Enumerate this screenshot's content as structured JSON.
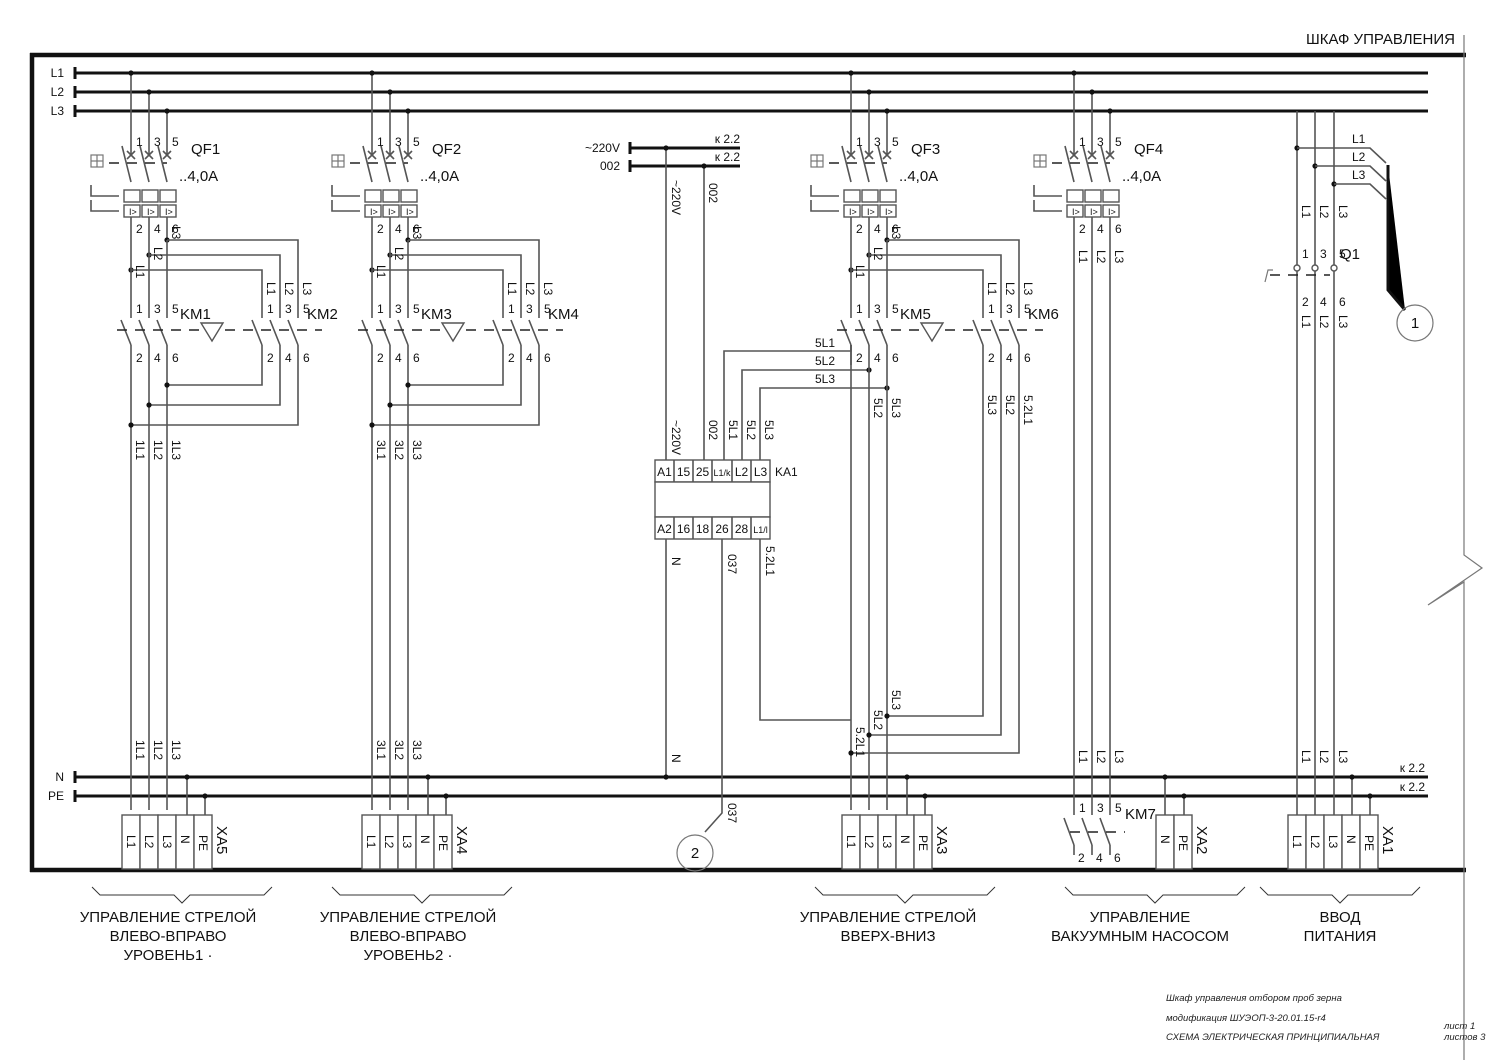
{
  "cabinet_title": "ШКАФ УПРАВЛЕНИЯ",
  "buses": {
    "top": [
      "L1",
      "L2",
      "L3"
    ],
    "bottom": [
      "N",
      "PE"
    ],
    "control": [
      "~220V",
      "002"
    ],
    "cross_ref": "к 2.2"
  },
  "breakers": [
    {
      "id": "QF1",
      "rating": "..4,0A",
      "in_terms": [
        "1",
        "3",
        "5"
      ],
      "out_terms": [
        "2",
        "4",
        "6"
      ]
    },
    {
      "id": "QF2",
      "rating": "..4,0A",
      "in_terms": [
        "1",
        "3",
        "5"
      ],
      "out_terms": [
        "2",
        "4",
        "6"
      ]
    },
    {
      "id": "QF3",
      "rating": "..4,0A",
      "in_terms": [
        "1",
        "3",
        "5"
      ],
      "out_terms": [
        "2",
        "4",
        "6"
      ]
    },
    {
      "id": "QF4",
      "rating": "..4,0A",
      "in_terms": [
        "1",
        "3",
        "5"
      ],
      "out_terms": [
        "2",
        "4",
        "6"
      ]
    }
  ],
  "contactors": [
    {
      "id": "KM1",
      "pair": "KM2",
      "in_terms": [
        "1",
        "3",
        "5"
      ],
      "out_terms": [
        "2",
        "4",
        "6"
      ]
    },
    {
      "id": "KM3",
      "pair": "KM4",
      "in_terms": [
        "1",
        "3",
        "5"
      ],
      "out_terms": [
        "2",
        "4",
        "6"
      ]
    },
    {
      "id": "KM5",
      "pair": "KM6",
      "in_terms": [
        "1",
        "3",
        "5"
      ],
      "out_terms": [
        "2",
        "4",
        "6"
      ]
    },
    {
      "id": "KM7",
      "in_terms": [
        "1",
        "3",
        "5"
      ],
      "out_terms": [
        "2",
        "4",
        "6"
      ]
    }
  ],
  "switch": {
    "id": "Q1",
    "in_terms": [
      "1",
      "3",
      "5"
    ],
    "out_terms": [
      "2",
      "4",
      "6"
    ]
  },
  "wire_labels": {
    "phase": [
      "L1",
      "L2",
      "L3"
    ],
    "group1": [
      "1L1",
      "1L2",
      "1L3"
    ],
    "group2": [
      "3L1",
      "3L2",
      "3L3"
    ],
    "group3_bus": [
      "5L1",
      "5L2",
      "5L3"
    ],
    "group3_vert": [
      "5L2",
      "5L3"
    ],
    "group3_right": [
      "5L3",
      "5L2",
      "5.2L1"
    ],
    "group3_bottom": [
      "5.2L1",
      "5L2",
      "5L3"
    ],
    "control": [
      "~220V",
      "002",
      "N",
      "037",
      "5.2L1"
    ]
  },
  "relay": {
    "id": "KA1",
    "top_terms": [
      "A1",
      "15",
      "25",
      "L1/k",
      "L2",
      "L3"
    ],
    "bottom_terms": [
      "A2",
      "16",
      "18",
      "26",
      "28",
      "L1/l"
    ],
    "top_wires": [
      "~220V",
      "002",
      "5L1",
      "5L2",
      "5L3"
    ]
  },
  "terminal_blocks": [
    {
      "id": "XA5",
      "terms": [
        "L1",
        "L2",
        "L3",
        "N",
        "PE"
      ]
    },
    {
      "id": "XA4",
      "terms": [
        "L1",
        "L2",
        "L3",
        "N",
        "PE"
      ]
    },
    {
      "id": "XA3",
      "terms": [
        "L1",
        "L2",
        "L3",
        "N",
        "PE"
      ]
    },
    {
      "id": "XA2",
      "terms": [
        "N",
        "PE"
      ]
    },
    {
      "id": "XA1",
      "terms": [
        "L1",
        "L2",
        "L3",
        "N",
        "PE"
      ]
    }
  ],
  "refs": [
    "1",
    "2"
  ],
  "captions": [
    {
      "lines": [
        "УПРАВЛЕНИЕ СТРЕЛОЙ",
        "ВЛЕВО-ВПРАВО",
        "УРОВЕНЬ1 ·"
      ]
    },
    {
      "lines": [
        "УПРАВЛЕНИЕ СТРЕЛОЙ",
        "ВЛЕВО-ВПРАВО",
        "УРОВЕНЬ2 ·"
      ]
    },
    {
      "lines": [
        "УПРАВЛЕНИЕ СТРЕЛОЙ",
        "ВВЕРХ-ВНИЗ"
      ]
    },
    {
      "lines": [
        "УПРАВЛЕНИЕ",
        "ВАКУУМНЫМ НАСОСОМ"
      ]
    },
    {
      "lines": [
        "ВВОД",
        "ПИТАНИЯ"
      ]
    }
  ],
  "title_block": {
    "line1": "Шкаф управления отбором проб зерна",
    "line2": "модификация ШУЭОП-3-20.01.15-r4",
    "line3": "СХЕМА ЭЛЕКТРИЧЕСКАЯ ПРИНЦИПИАЛЬНАЯ",
    "sheet": "лист 1",
    "sheets": "листов 3"
  }
}
